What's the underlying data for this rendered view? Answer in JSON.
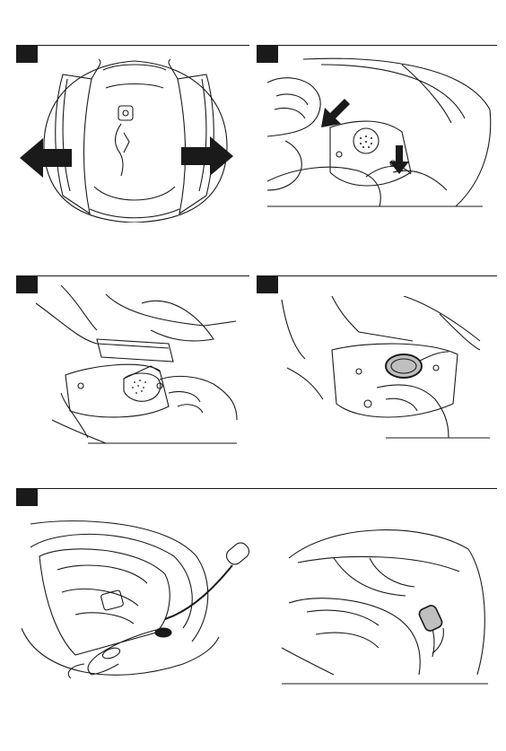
{
  "document": {
    "type": "installation-instructions",
    "steps": [
      {
        "id": "step-1",
        "illustrations": [
          "helmet-liner-pull-apart"
        ]
      },
      {
        "id": "step-2",
        "illustrations": [
          "cheek-pad-removal"
        ]
      },
      {
        "id": "step-3",
        "illustrations": [
          "speaker-pad-peel"
        ]
      },
      {
        "id": "step-4",
        "illustrations": [
          "speaker-placement"
        ]
      },
      {
        "id": "step-5",
        "illustrations": [
          "boom-mic-installed",
          "speaker-installed-side"
        ]
      }
    ],
    "icons": [
      "arrow-left-icon",
      "arrow-right-icon",
      "arrow-down-icon"
    ],
    "colors": {
      "ink": "#1a1a1a",
      "paper": "#ffffff",
      "speaker_fill": "#bfbfbf"
    }
  }
}
